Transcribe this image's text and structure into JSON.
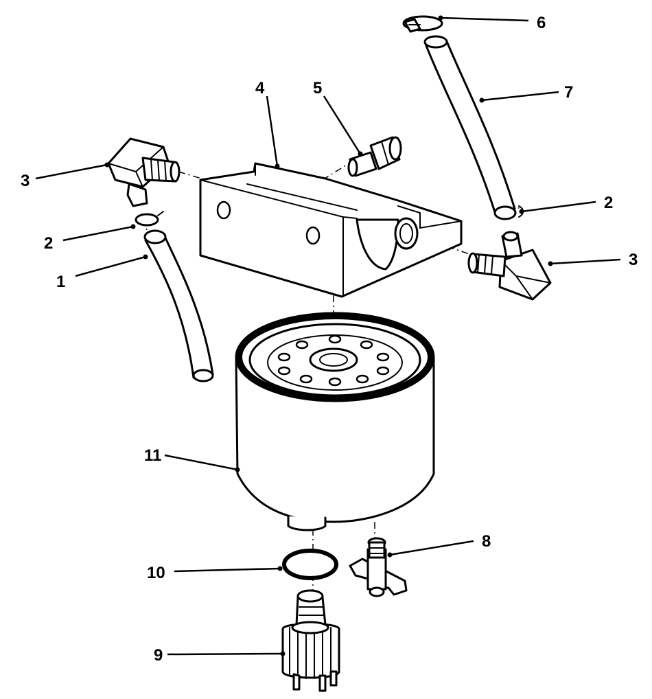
{
  "callouts": {
    "c1": "1",
    "c2a": "2",
    "c2b": "2",
    "c3a": "3",
    "c3b": "3",
    "c4": "4",
    "c5": "5",
    "c6": "6",
    "c7": "7",
    "c8": "8",
    "c9": "9",
    "c10": "10",
    "c11": "11"
  }
}
